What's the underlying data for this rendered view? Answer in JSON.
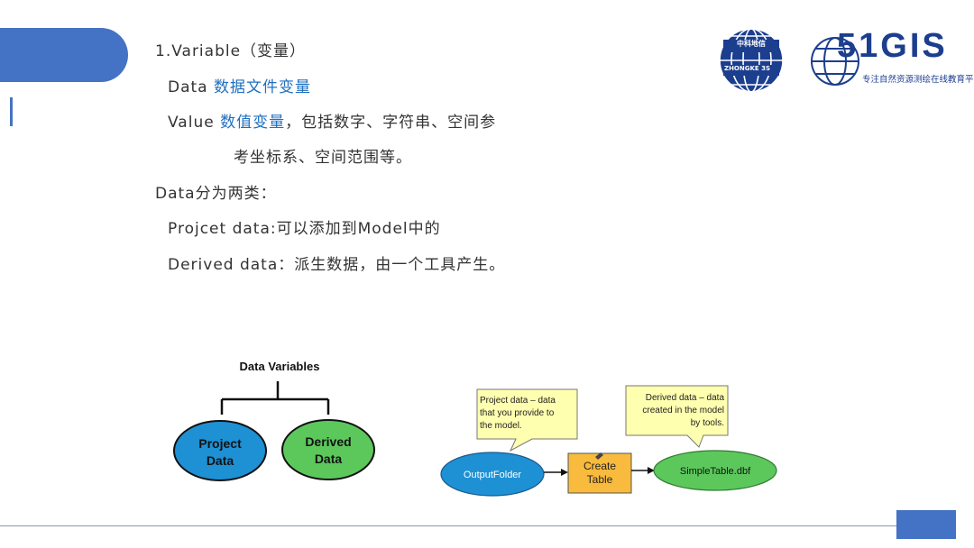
{
  "content": {
    "line1": "1.Variable（变量）",
    "line2_prefix": "Data ",
    "line2_hl": "数据文件变量",
    "line3_prefix": "Value ",
    "line3_hl": "数值变量",
    "line3_rest": "，包括数字、字符串、空间参",
    "line4": "考坐标系、空间范围等。",
    "line5": "Data分为两类：",
    "line6": "Projcet data:可以添加到Model中的",
    "line7": "Derived data：派生数据，由一个工具产生。"
  },
  "logos": {
    "logo1_top": "中科地信",
    "logo1_bottom": "ZHONGKE 3S",
    "logo2_main": "51GIS",
    "logo2_sub": "专注自然资源测绘在线教育平台"
  },
  "diagram_left": {
    "title": "Data Variables",
    "node1_line1": "Project",
    "node1_line2": "Data",
    "node2_line1": "Derived",
    "node2_line2": "Data"
  },
  "diagram_right": {
    "callout1_line1": "Project data – data",
    "callout1_line2": "that you provide to",
    "callout1_line3": "the model.",
    "callout2_line1": "Derived data – data",
    "callout2_line2": "created in the model",
    "callout2_line3": "by tools.",
    "node_input": "OutputFolder",
    "node_tool_line1": "Create",
    "node_tool_line2": "Table",
    "node_output": "SimpleTable.dbf"
  },
  "colors": {
    "accent": "#4472c4",
    "highlight": "#1f6fc0",
    "project_fill": "#1e90d4",
    "derived_fill": "#5cc85c",
    "tool_fill": "#f9bb3d",
    "callout_fill": "#ffffb0"
  }
}
